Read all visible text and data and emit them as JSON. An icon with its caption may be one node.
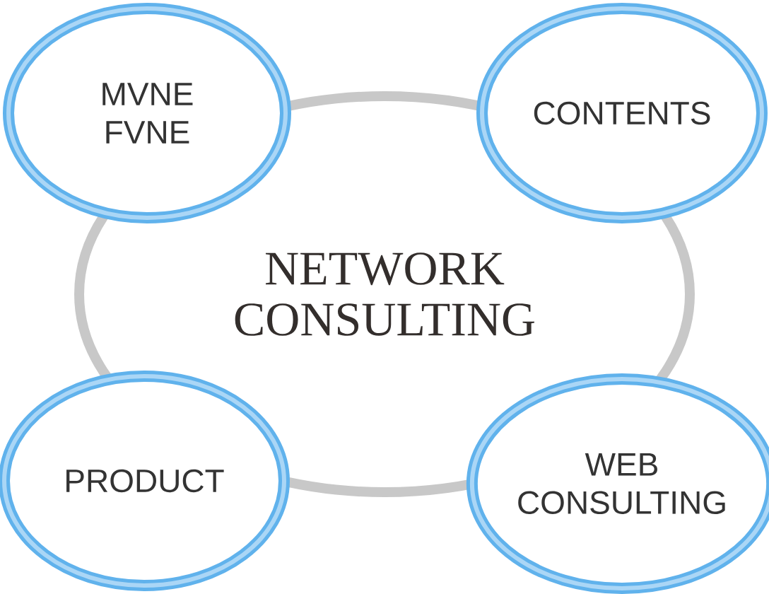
{
  "diagram": {
    "nodes": [
      {
        "text": [
          "NETWORK CONSULTING"
        ]
      },
      {
        "text": [
          "MVNE FVNE"
        ]
      },
      {
        "text": [
          "CONTENTS"
        ]
      },
      {
        "text": [
          "PRODUCT"
        ]
      },
      {
        "text": [
          "WEB CONSULTING"
        ]
      }
    ]
  }
}
